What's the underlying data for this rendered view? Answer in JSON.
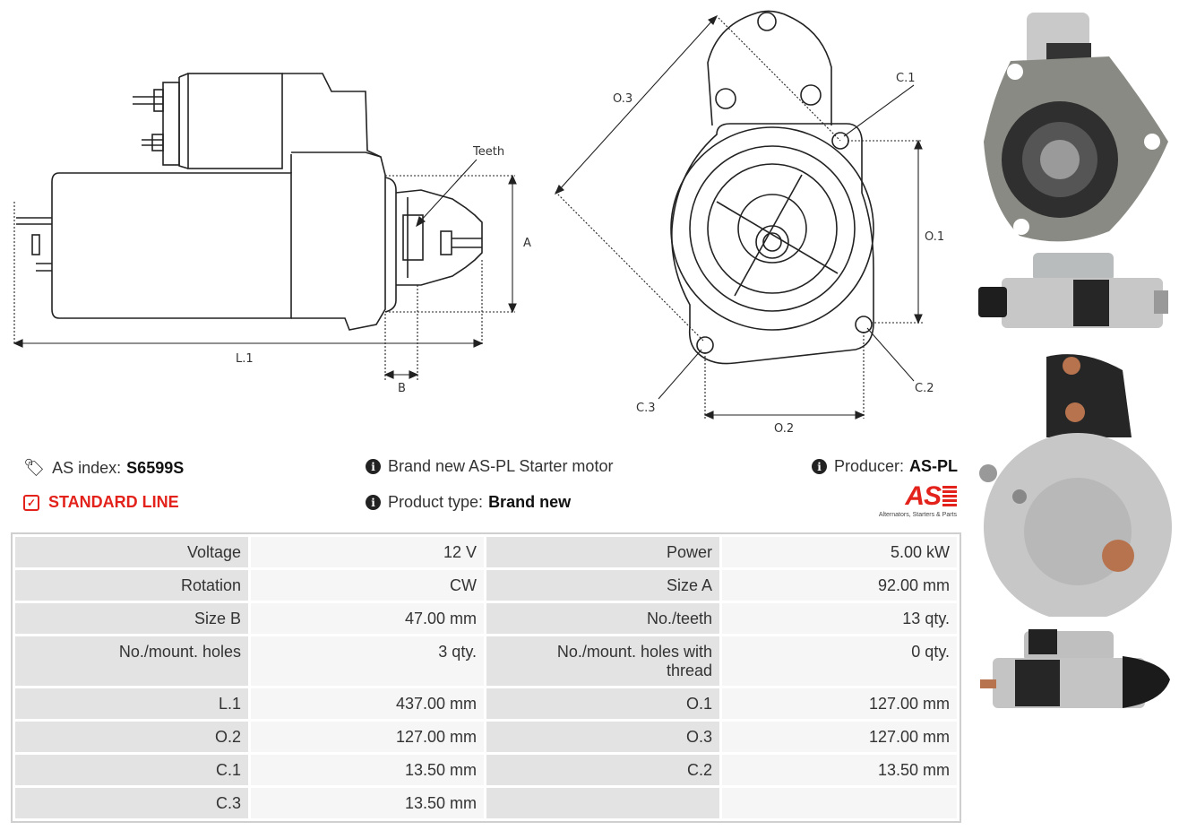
{
  "drawing_labels": {
    "teeth": "Teeth",
    "a": "A",
    "b": "B",
    "l1": "L.1",
    "o1": "O.1",
    "o2": "O.2",
    "o3": "O.3",
    "c1": "C.1",
    "c2": "C.2",
    "c3": "C.3"
  },
  "info": {
    "as_index_label": "AS index:",
    "as_index_value": "S6599S",
    "line_label": "STANDARD LINE",
    "description": "Brand new AS-PL Starter motor",
    "product_type_label": "Product type:",
    "product_type_value": "Brand new",
    "producer_label": "Producer:",
    "producer_value": "AS-PL"
  },
  "logo": {
    "mark": "AS",
    "tagline": "Alternators, Starters & Parts"
  },
  "specs": [
    {
      "k1": "Voltage",
      "v1": "12 V",
      "k2": "Power",
      "v2": "5.00 kW"
    },
    {
      "k1": "Rotation",
      "v1": "CW",
      "k2": "Size A",
      "v2": "92.00 mm"
    },
    {
      "k1": "Size B",
      "v1": "47.00 mm",
      "k2": "No./teeth",
      "v2": "13 qty."
    },
    {
      "k1": "No./mount. holes",
      "v1": "3 qty.",
      "k2": "No./mount. holes with thread",
      "v2": "0 qty."
    },
    {
      "k1": "L.1",
      "v1": "437.00 mm",
      "k2": "O.1",
      "v2": "127.00 mm"
    },
    {
      "k1": "O.2",
      "v1": "127.00 mm",
      "k2": "O.3",
      "v2": "127.00 mm"
    },
    {
      "k1": "C.1",
      "v1": "13.50 mm",
      "k2": "C.2",
      "v2": "13.50 mm"
    },
    {
      "k1": "C.3",
      "v1": "13.50 mm",
      "k2": "",
      "v2": ""
    }
  ],
  "colors": {
    "accent_red": "#e3221b",
    "key_cell": "#e3e3e3",
    "value_cell": "#f6f6f6"
  }
}
